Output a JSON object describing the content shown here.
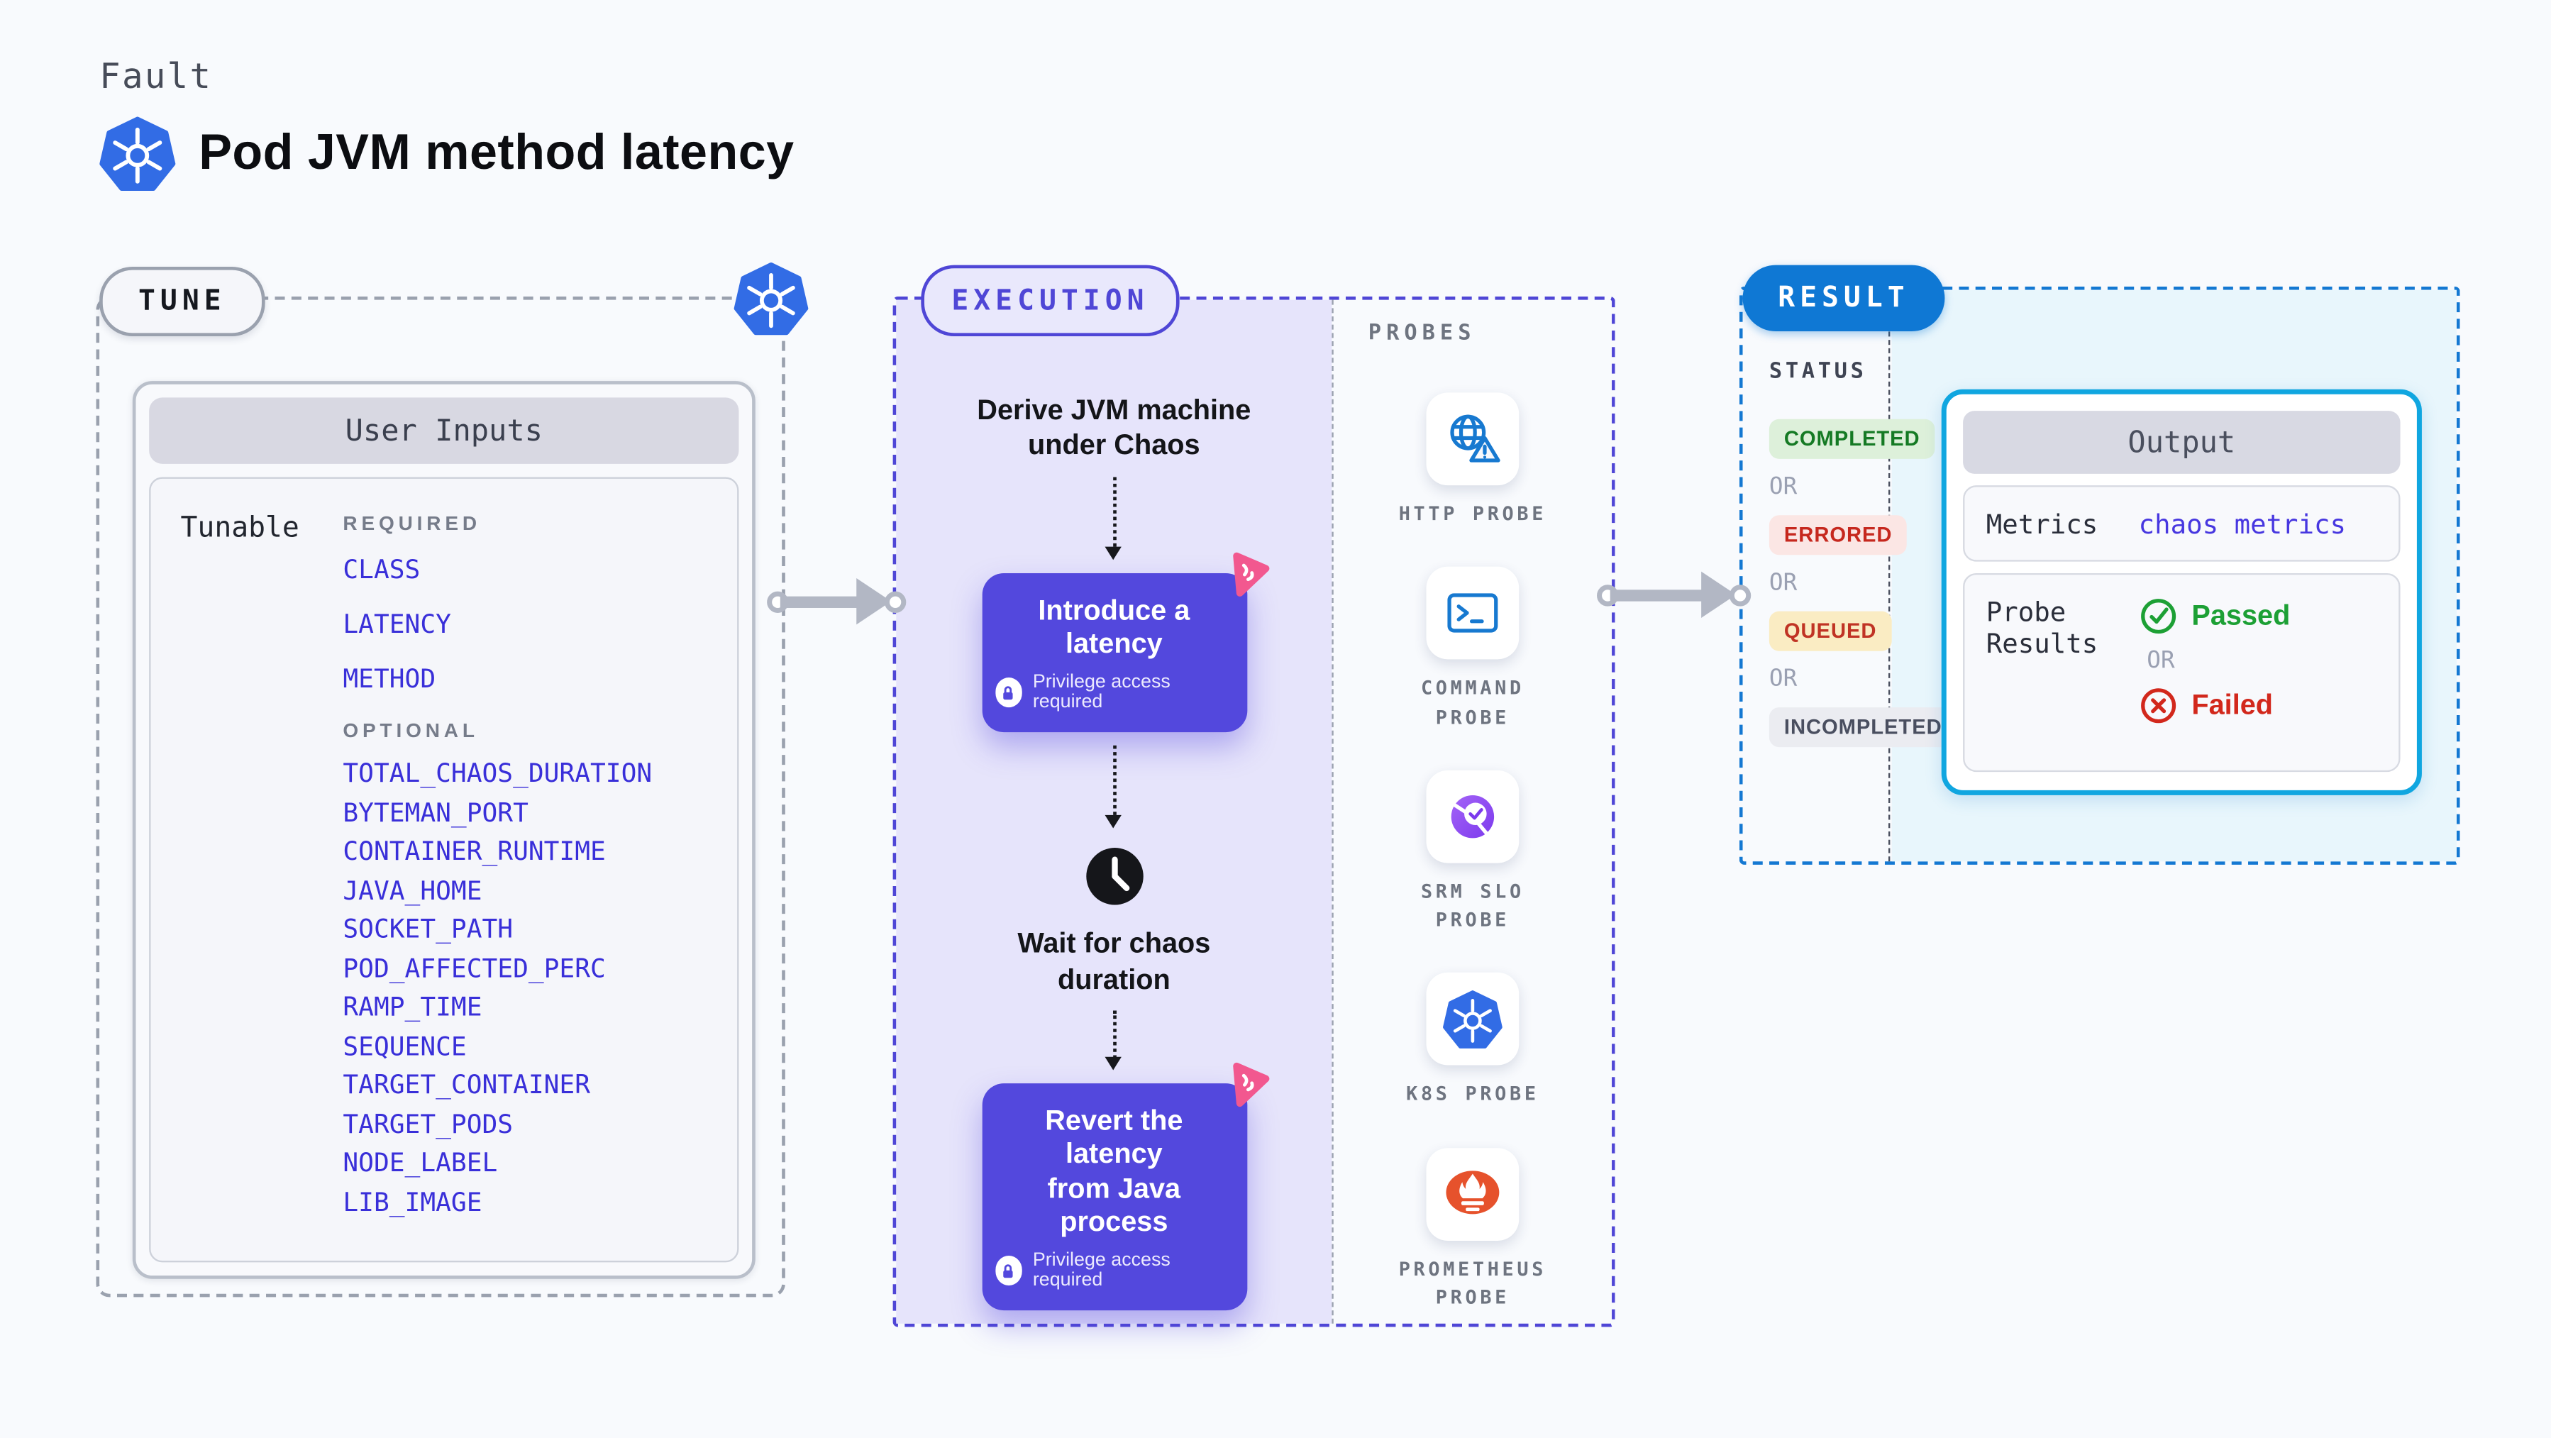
{
  "header": {
    "fault_label": "Fault",
    "title": "Pod JVM method latency"
  },
  "tune": {
    "badge": "TUNE",
    "user_inputs_title": "User Inputs",
    "tunable_label": "Tunable",
    "required_label": "REQUIRED",
    "optional_label": "OPTIONAL",
    "required_params": [
      "CLASS",
      "LATENCY",
      "METHOD"
    ],
    "optional_params": [
      "TOTAL_CHAOS_DURATION",
      "BYTEMAN_PORT",
      "CONTAINER_RUNTIME",
      "JAVA_HOME",
      "SOCKET_PATH",
      "POD_AFFECTED_PERC",
      "RAMP_TIME",
      "SEQUENCE",
      "TARGET_CONTAINER",
      "TARGET_PODS",
      "NODE_LABEL",
      "LIB_IMAGE"
    ]
  },
  "execution": {
    "badge": "EXECUTION",
    "derive_step": "Derive JVM machine\nunder Chaos",
    "introduce_node_title": "Introduce a latency",
    "wait_step": "Wait for chaos\nduration",
    "revert_node_title": "Revert the latency\nfrom Java process",
    "privilege_label": "Privilege access required"
  },
  "probes": {
    "heading": "PROBES",
    "items": [
      {
        "label": "HTTP PROBE",
        "icon": "globe-warning-icon"
      },
      {
        "label": "COMMAND\nPROBE",
        "icon": "terminal-icon"
      },
      {
        "label": "SRM SLO\nPROBE",
        "icon": "slo-gauge-icon"
      },
      {
        "label": "K8S PROBE",
        "icon": "kubernetes-icon"
      },
      {
        "label": "PROMETHEUS\nPROBE",
        "icon": "prometheus-icon"
      }
    ]
  },
  "result": {
    "badge": "RESULT",
    "status_heading": "STATUS",
    "or_label": "OR",
    "statuses": [
      {
        "label": "COMPLETED",
        "text_color": "#157a24",
        "bg_color": "#ddf0da"
      },
      {
        "label": "ERRORED",
        "text_color": "#c6281e",
        "bg_color": "#fbe6e4"
      },
      {
        "label": "QUEUED",
        "text_color": "#c03324",
        "bg_color": "#faecc3"
      },
      {
        "label": "INCOMPLETED",
        "text_color": "#4a4f60",
        "bg_color": "#ebecf1"
      }
    ],
    "output": {
      "title": "Output",
      "metrics_label": "Metrics",
      "metrics_value": "chaos metrics",
      "probe_results_label": "Probe\nResults",
      "passed_label": "Passed",
      "failed_label": "Failed"
    }
  },
  "colors": {
    "accent_indigo": "#4f46d6",
    "node_purple": "#5348dd",
    "execution_bg": "#e6e4fb",
    "result_blue": "#0f78d4",
    "output_border_cyan": "#10a6e0",
    "result_bg_cyan": "#e8f6fc",
    "kubernetes_blue": "#326ce5",
    "probe_icon_blue": "#1779d0",
    "prometheus_orange": "#e6522c",
    "srm_purple": "#7c3aed",
    "chaos_pink": "#f2588f",
    "passed_green": "#1da035",
    "failed_red": "#d2281c",
    "arrow_gray": "#b2b7c4"
  }
}
